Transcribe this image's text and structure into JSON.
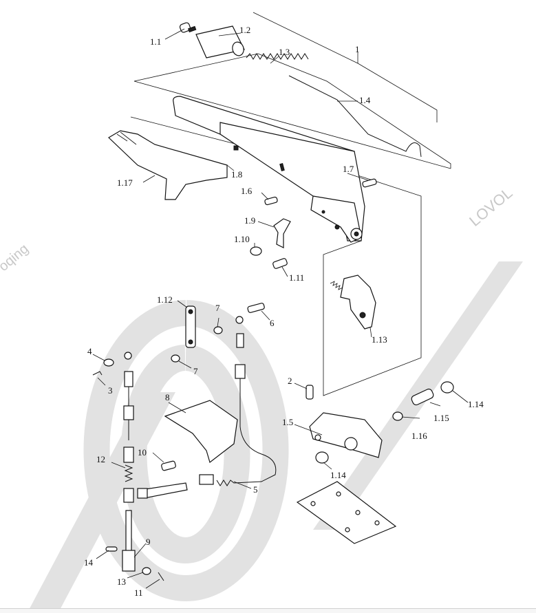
{
  "watermark": {
    "large": "VOL",
    "brand": "LOVOL",
    "partial": "oqing",
    "color": "#d9d9d9"
  },
  "labels": {
    "l1": "1",
    "l1_1": "1.1",
    "l1_2": "1.2",
    "l1_3": "1.3",
    "l1_4": "1.4",
    "l1_5": "1.5",
    "l1_6": "1.6",
    "l1_7": "1.7",
    "l1_8": "1.8",
    "l1_9": "1.9",
    "l1_10": "1.10",
    "l1_11": "1.11",
    "l1_12": "1.12",
    "l1_13": "1.13",
    "l1_14a": "1.14",
    "l1_14b": "1.14",
    "l1_15": "1.15",
    "l1_16": "1.16",
    "l1_17": "1.17",
    "l2": "2",
    "l3": "3",
    "l4": "4",
    "l5": "5",
    "l6": "6",
    "l7a": "7",
    "l7b": "7",
    "l8": "8",
    "l9": "9",
    "l10": "10",
    "l11": "11",
    "l12": "12",
    "l13": "13",
    "l14": "14"
  }
}
